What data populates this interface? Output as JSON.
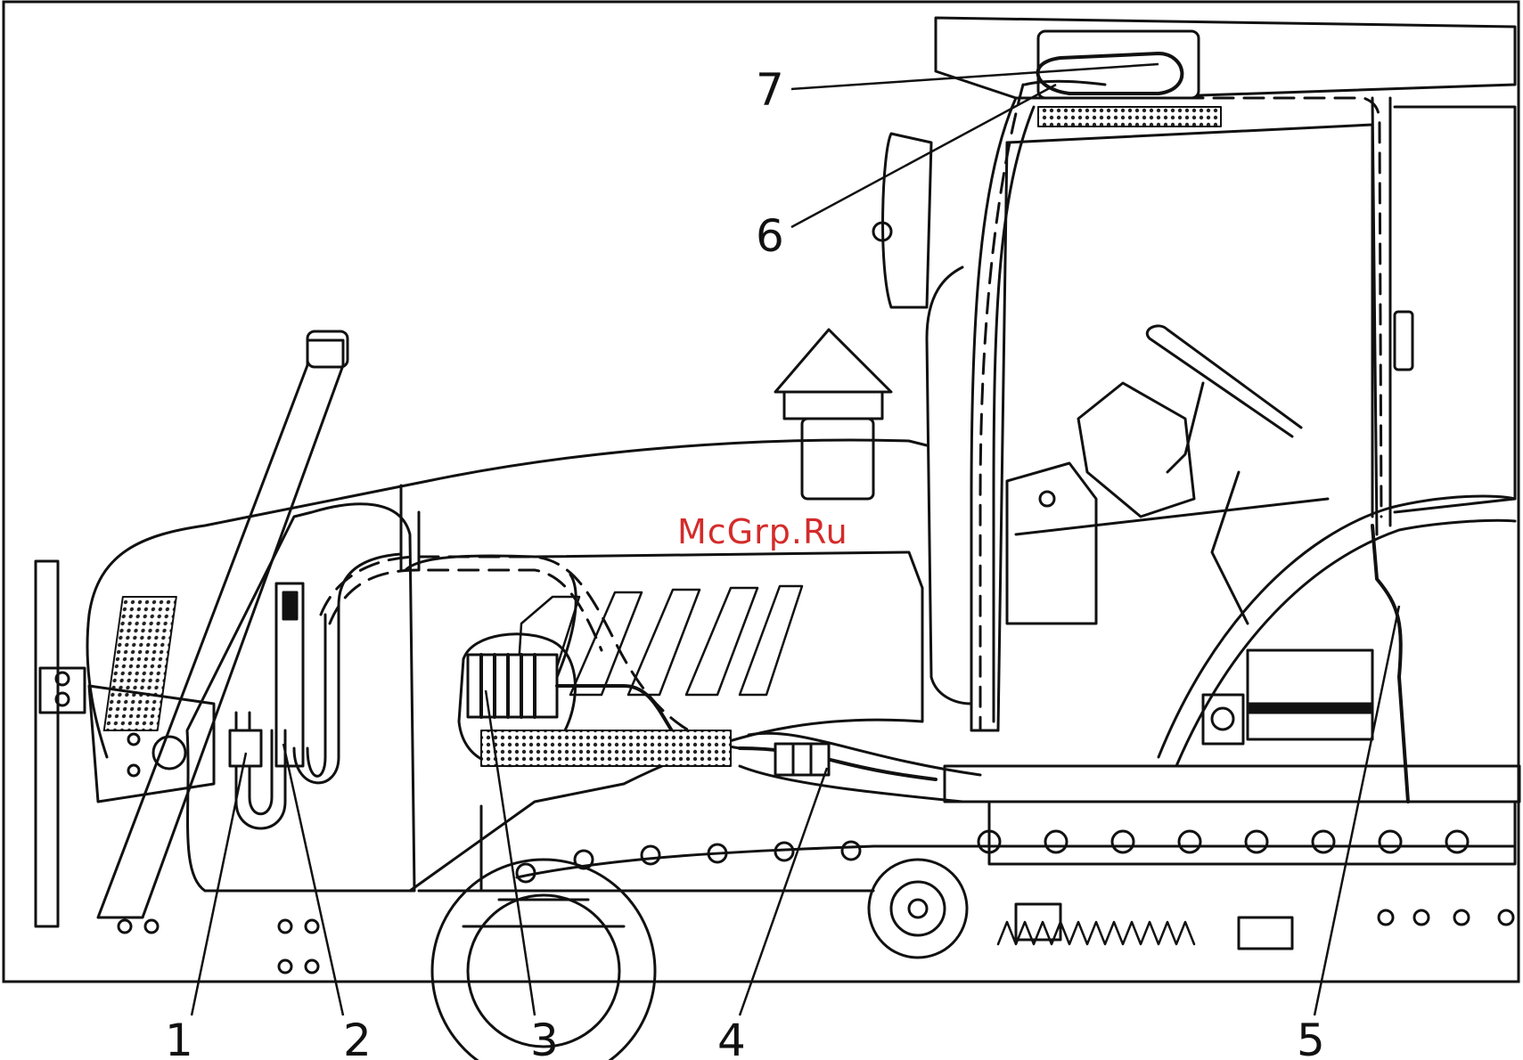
{
  "watermark": "McGrp.Ru",
  "callouts": [
    {
      "id": "1",
      "label": "1"
    },
    {
      "id": "2",
      "label": "2"
    },
    {
      "id": "3",
      "label": "3"
    },
    {
      "id": "4",
      "label": "4"
    },
    {
      "id": "5",
      "label": "5"
    },
    {
      "id": "6",
      "label": "6"
    },
    {
      "id": "7",
      "label": "7"
    }
  ],
  "colors": {
    "line": "#111111",
    "background": "#ffffff",
    "watermark": "#d42b2b"
  }
}
